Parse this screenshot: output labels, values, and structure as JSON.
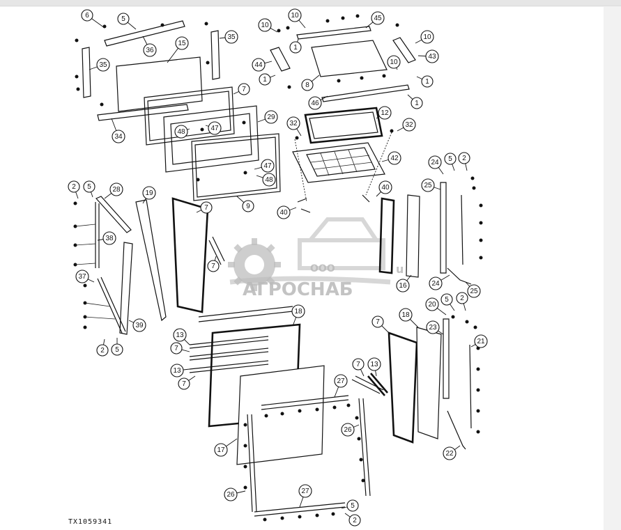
{
  "figure": {
    "reference_code": "TX1059341",
    "watermark": {
      "prefix": "ООО",
      "name": "АГРОСНАБ",
      "fragment": "u"
    }
  },
  "callouts": [
    {
      "id": "c6a",
      "label": "6"
    },
    {
      "id": "c5a",
      "label": "5"
    },
    {
      "id": "c36",
      "label": "36"
    },
    {
      "id": "c15",
      "label": "15"
    },
    {
      "id": "c35a",
      "label": "35"
    },
    {
      "id": "c35b",
      "label": "35"
    },
    {
      "id": "c34",
      "label": "34"
    },
    {
      "id": "c7a",
      "label": "7"
    },
    {
      "id": "c29",
      "label": "29"
    },
    {
      "id": "c48a",
      "label": "48"
    },
    {
      "id": "c47a",
      "label": "47"
    },
    {
      "id": "c47b",
      "label": "47"
    },
    {
      "id": "c48b",
      "label": "48"
    },
    {
      "id": "c9",
      "label": "9"
    },
    {
      "id": "c10a",
      "label": "10"
    },
    {
      "id": "c10b",
      "label": "10"
    },
    {
      "id": "c45",
      "label": "45"
    },
    {
      "id": "c1a",
      "label": "1"
    },
    {
      "id": "c44",
      "label": "44"
    },
    {
      "id": "c1b",
      "label": "1"
    },
    {
      "id": "c8",
      "label": "8"
    },
    {
      "id": "c10c",
      "label": "10"
    },
    {
      "id": "c43",
      "label": "43"
    },
    {
      "id": "c10d",
      "label": "10"
    },
    {
      "id": "c1c",
      "label": "1"
    },
    {
      "id": "c46",
      "label": "46"
    },
    {
      "id": "c1d",
      "label": "1"
    },
    {
      "id": "c12",
      "label": "12"
    },
    {
      "id": "c32a",
      "label": "32"
    },
    {
      "id": "c32b",
      "label": "32"
    },
    {
      "id": "c42",
      "label": "42"
    },
    {
      "id": "c40a",
      "label": "40"
    },
    {
      "id": "c40b",
      "label": "40"
    },
    {
      "id": "c2a",
      "label": "2"
    },
    {
      "id": "c5b",
      "label": "5"
    },
    {
      "id": "c28",
      "label": "28"
    },
    {
      "id": "c19",
      "label": "19"
    },
    {
      "id": "c7b",
      "label": "7"
    },
    {
      "id": "c38",
      "label": "38"
    },
    {
      "id": "c37",
      "label": "37"
    },
    {
      "id": "c7c",
      "label": "7"
    },
    {
      "id": "c39",
      "label": "39"
    },
    {
      "id": "c2b",
      "label": "2"
    },
    {
      "id": "c5c",
      "label": "5"
    },
    {
      "id": "c24a",
      "label": "24"
    },
    {
      "id": "c5d",
      "label": "5"
    },
    {
      "id": "c2c",
      "label": "2"
    },
    {
      "id": "c25a",
      "label": "25"
    },
    {
      "id": "c16",
      "label": "16"
    },
    {
      "id": "c24b",
      "label": "24"
    },
    {
      "id": "c25b",
      "label": "25"
    },
    {
      "id": "c18a",
      "label": "18"
    },
    {
      "id": "c13a",
      "label": "13"
    },
    {
      "id": "c7d",
      "label": "7"
    },
    {
      "id": "c13b",
      "label": "13"
    },
    {
      "id": "c7e",
      "label": "7"
    },
    {
      "id": "c17",
      "label": "17"
    },
    {
      "id": "c27a",
      "label": "27"
    },
    {
      "id": "c26a",
      "label": "26"
    },
    {
      "id": "c26b",
      "label": "26"
    },
    {
      "id": "c27b",
      "label": "27"
    },
    {
      "id": "c5e",
      "label": "5"
    },
    {
      "id": "c2d",
      "label": "2"
    },
    {
      "id": "c7f",
      "label": "7"
    },
    {
      "id": "c7g",
      "label": "7"
    },
    {
      "id": "c13c",
      "label": "13"
    },
    {
      "id": "c18b",
      "label": "18"
    },
    {
      "id": "c20",
      "label": "20"
    },
    {
      "id": "c5f",
      "label": "5"
    },
    {
      "id": "c2e",
      "label": "2"
    },
    {
      "id": "c23",
      "label": "23"
    },
    {
      "id": "c21",
      "label": "21"
    },
    {
      "id": "c22",
      "label": "22"
    }
  ]
}
